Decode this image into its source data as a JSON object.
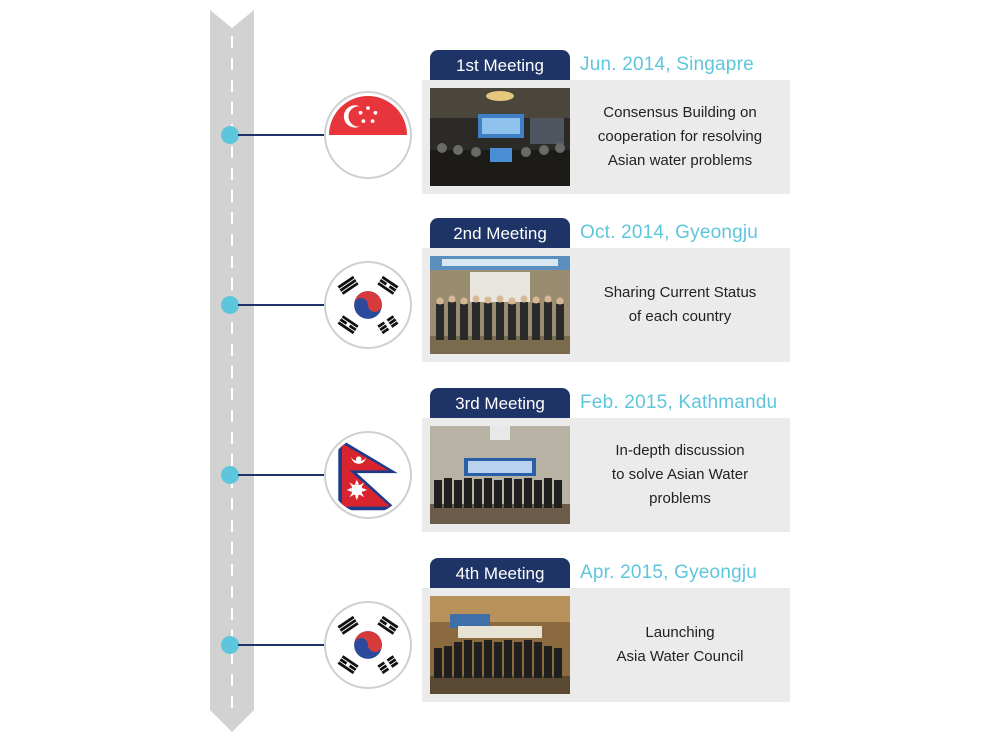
{
  "colors": {
    "navy": "#1e3366",
    "accent": "#5ec6dc",
    "card": "#ebebeb",
    "bar": "#d2d2d2"
  },
  "meetings": [
    {
      "label": "1st Meeting",
      "date": "Jun. 2014, Singapre",
      "description": "Consensus Building on\ncooperation for resolving\nAsian water problems",
      "flag": "singapore-flag-icon"
    },
    {
      "label": "2nd Meeting",
      "date": "Oct. 2014, Gyeongju",
      "description": "Sharing Current Status\nof each country",
      "flag": "korea-flag-icon"
    },
    {
      "label": "3rd Meeting",
      "date": "Feb. 2015, Kathmandu",
      "description": "In-depth discussion\nto solve Asian Water\nproblems",
      "flag": "nepal-flag-icon"
    },
    {
      "label": "4th Meeting",
      "date": "Apr. 2015, Gyeongju",
      "description": "Launching\nAsia Water Council",
      "flag": "korea-flag-icon"
    }
  ]
}
